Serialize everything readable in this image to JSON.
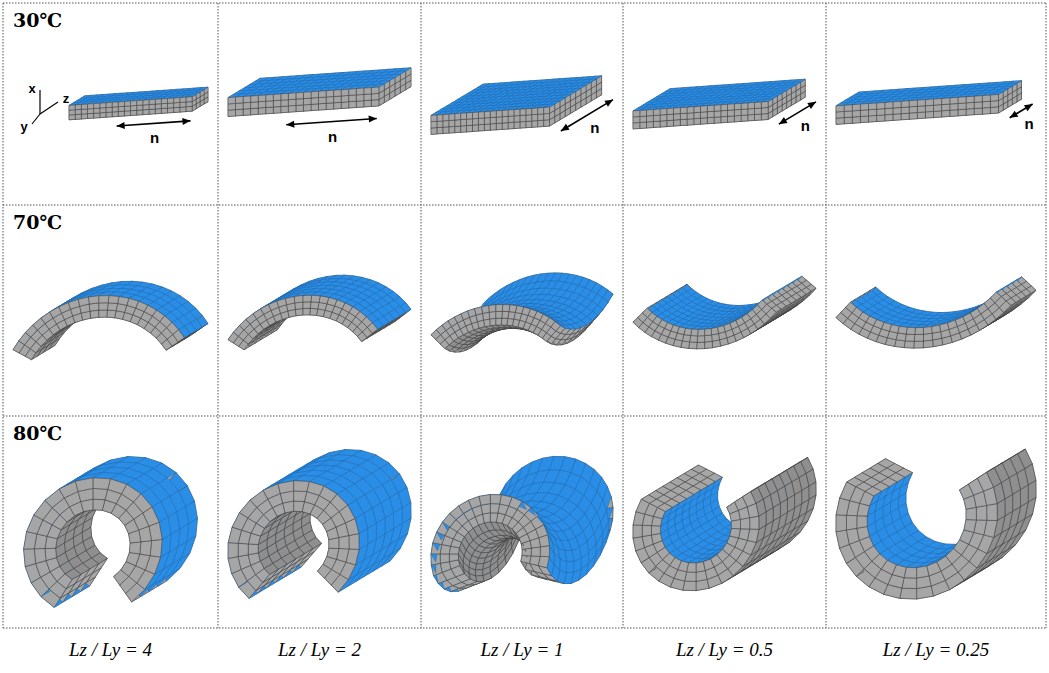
{
  "diagram": {
    "labels": [
      "30℃",
      "70℃",
      "80℃",
      "x",
      "z",
      "y",
      "n",
      "n",
      "n",
      "n",
      "n",
      "Lz / Ly = 4",
      "Lz / Ly = 2",
      "Lz / Ly = 1",
      "Lz / Ly = 0.5",
      "Lz / Ly = 0.25"
    ]
  }
}
